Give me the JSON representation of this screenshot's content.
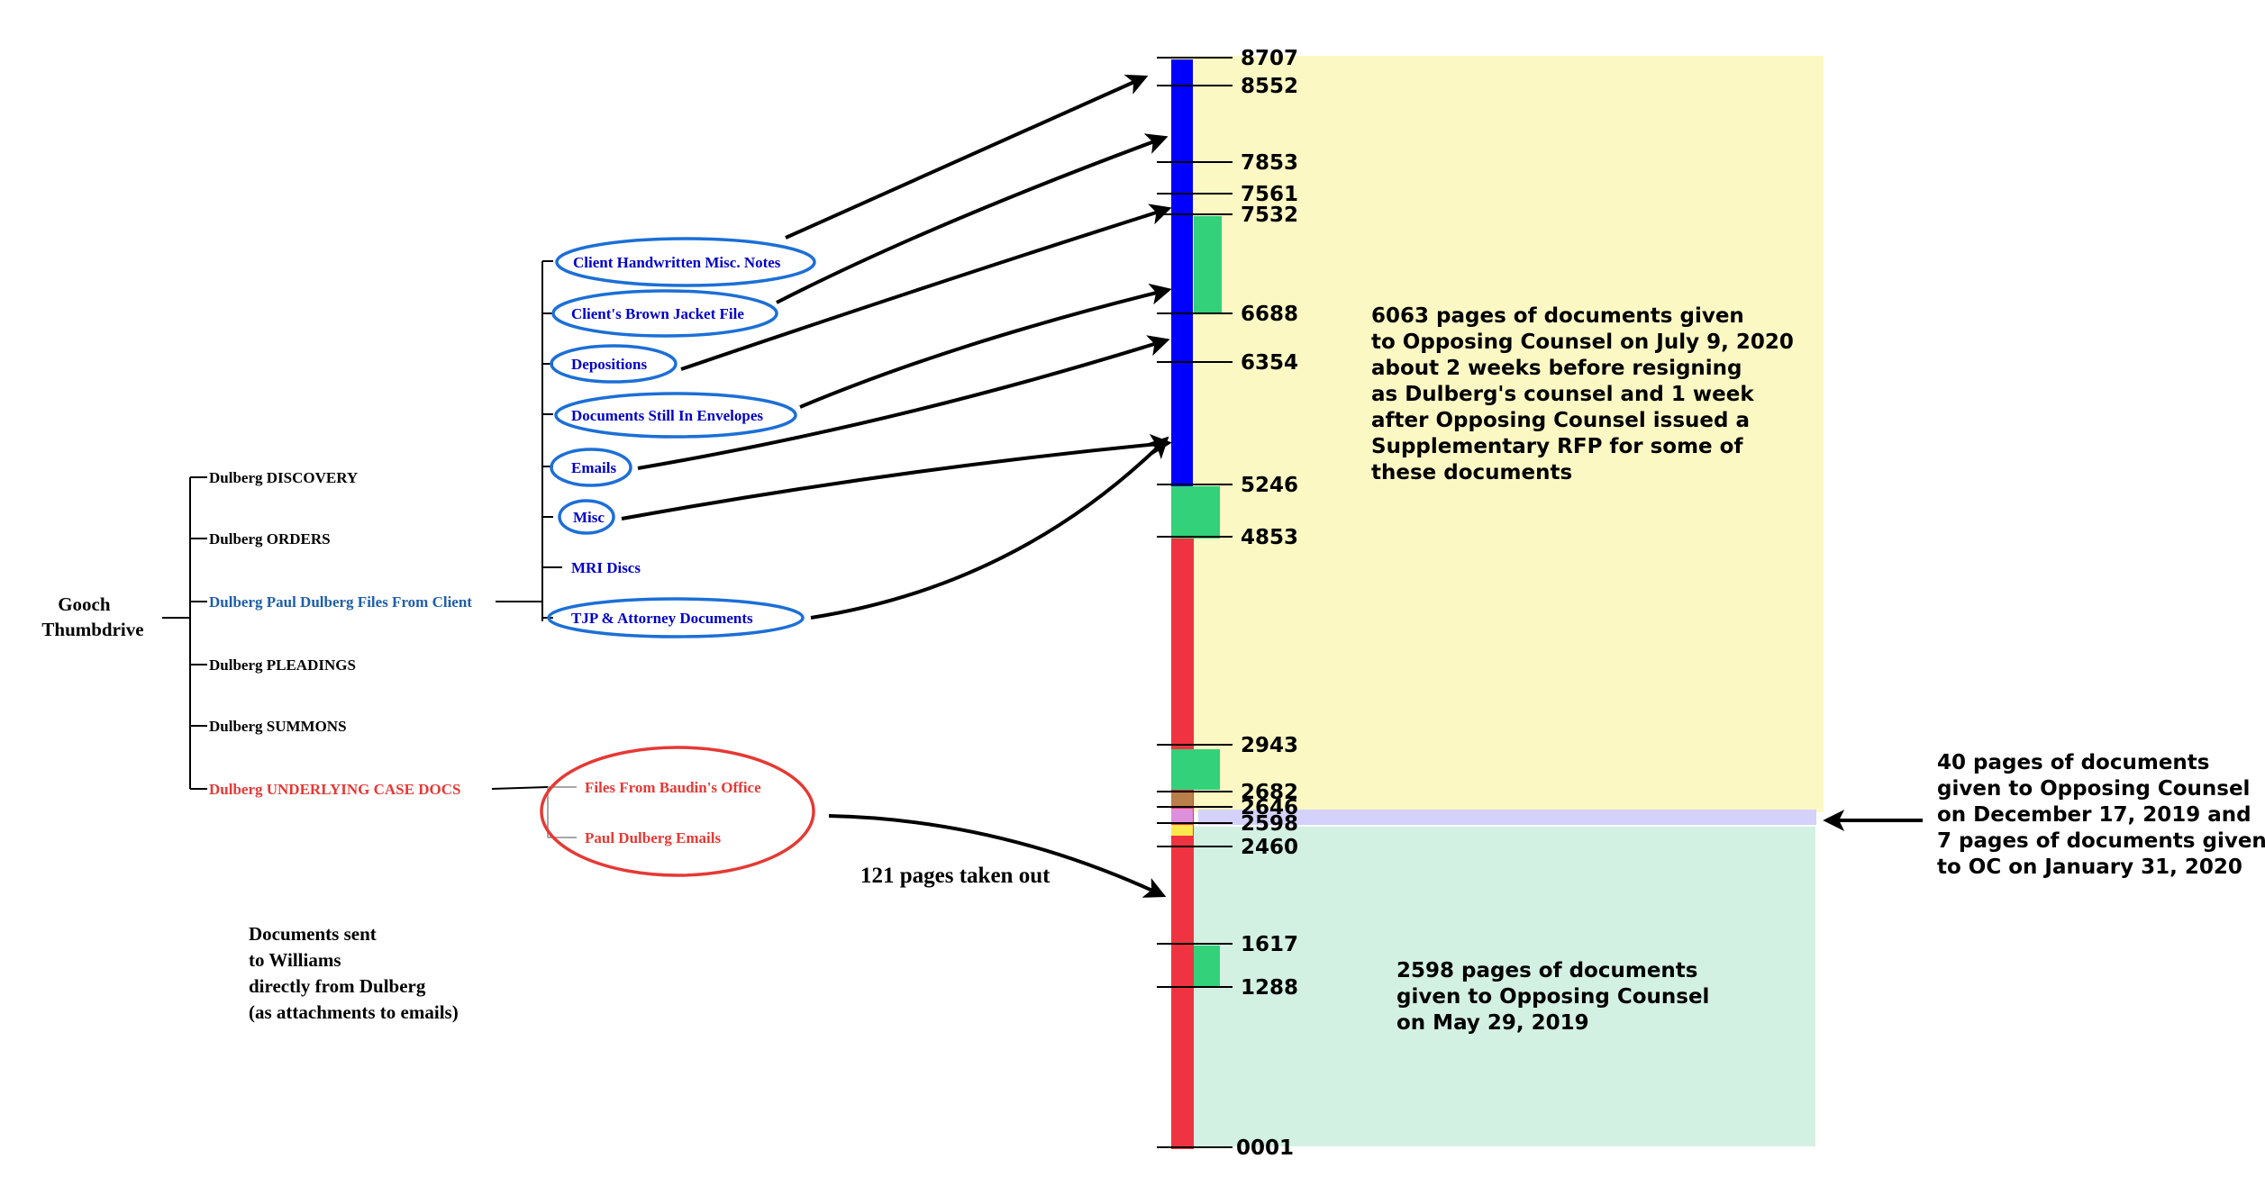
{
  "root_label": [
    "Gooch",
    "Thumbdrive"
  ],
  "folders": [
    {
      "label": "Dulberg DISCOVERY",
      "color": "#000000"
    },
    {
      "label": "Dulberg ORDERS",
      "color": "#000000"
    },
    {
      "label": "Dulberg Paul Dulberg Files From Client",
      "color": "#1f5fa8"
    },
    {
      "label": "Dulberg PLEADINGS",
      "color": "#000000"
    },
    {
      "label": "Dulberg SUMMONS",
      "color": "#000000"
    },
    {
      "label": "Dulberg UNDERLYING CASE DOCS",
      "color": "#e53935"
    }
  ],
  "client_subfolders": [
    {
      "label": "Client Handwritten Misc. Notes",
      "circled": true
    },
    {
      "label": "Client's Brown Jacket File",
      "circled": true
    },
    {
      "label": "Depositions",
      "circled": true
    },
    {
      "label": "Documents Still In Envelopes",
      "circled": true
    },
    {
      "label": "Emails",
      "circled": true
    },
    {
      "label": "Misc",
      "circled": true
    },
    {
      "label": "MRI Discs",
      "circled": false
    },
    {
      "label": "TJP & Attorney Documents",
      "circled": true
    }
  ],
  "underlying_subfolders": [
    {
      "label": "Files From Baudin's Office"
    },
    {
      "label": "Paul Dulberg Emails"
    }
  ],
  "note_williams": [
    "Documents sent",
    "to Williams",
    "directly from Dulberg",
    "(as attachments to emails)"
  ],
  "note_taken_out": "121 pages taken out",
  "page_ticks": [
    "8707",
    "8552",
    "7853",
    "7561",
    "7532",
    "6688",
    "6354",
    "5246",
    "4853",
    "2943",
    "2682",
    "2646",
    "2598",
    "2460",
    "1617",
    "1288",
    "0001"
  ],
  "annotations": {
    "july_2020": [
      "6063 pages of documents given",
      "to Opposing Counsel on July 9, 2020",
      "about 2 weeks before resigning",
      "as Dulberg's counsel and 1 week",
      "after Opposing Counsel issued a",
      "Supplementary RFP for some of",
      "these documents"
    ],
    "dec_2019": [
      "40 pages of documents",
      "given to Opposing Counsel",
      "on December 17, 2019 and",
      "7 pages of documents given",
      "to OC on January 31, 2020"
    ],
    "may_2019": [
      "2598 pages of documents",
      "given to Opposing Counsel",
      "on May 29, 2019"
    ]
  },
  "colors": {
    "blue_bar": "#0000ff",
    "red_bar": "#ef3340",
    "green_block": "#33d17a",
    "yellow_region": "#fcf8c4",
    "mint_region": "#d3f1e3",
    "lavender_band": "#d4d2fa",
    "brown_band": "#b97f4b",
    "pink_band": "#dc8fdd",
    "yellow_band": "#fce94f",
    "ellipse_blue": "#1c6fd6",
    "ellipse_red": "#e53935"
  }
}
